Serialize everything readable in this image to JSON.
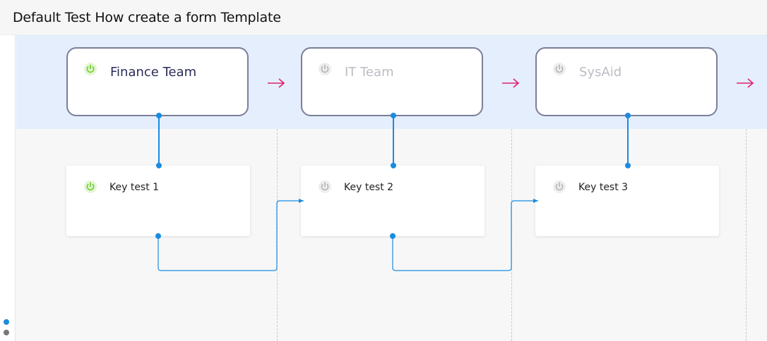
{
  "header": {
    "title": "Default Test How create a form Template"
  },
  "colors": {
    "active_power": "#6fcf2f",
    "inactive_power": "#b5b5b5",
    "connector": "#1a8be0",
    "arrow": "#e0206e"
  },
  "teams": [
    {
      "name": "Finance Team",
      "status": "active"
    },
    {
      "name": "IT Team",
      "status": "inactive"
    },
    {
      "name": "SysAid",
      "status": "inactive"
    }
  ],
  "steps": [
    {
      "label": "Key test 1",
      "status": "active"
    },
    {
      "label": "Key test 2",
      "status": "inactive"
    },
    {
      "label": "Key test 3",
      "status": "inactive"
    }
  ],
  "rail": {
    "dots": [
      "#1a8be0",
      "#777777"
    ]
  }
}
